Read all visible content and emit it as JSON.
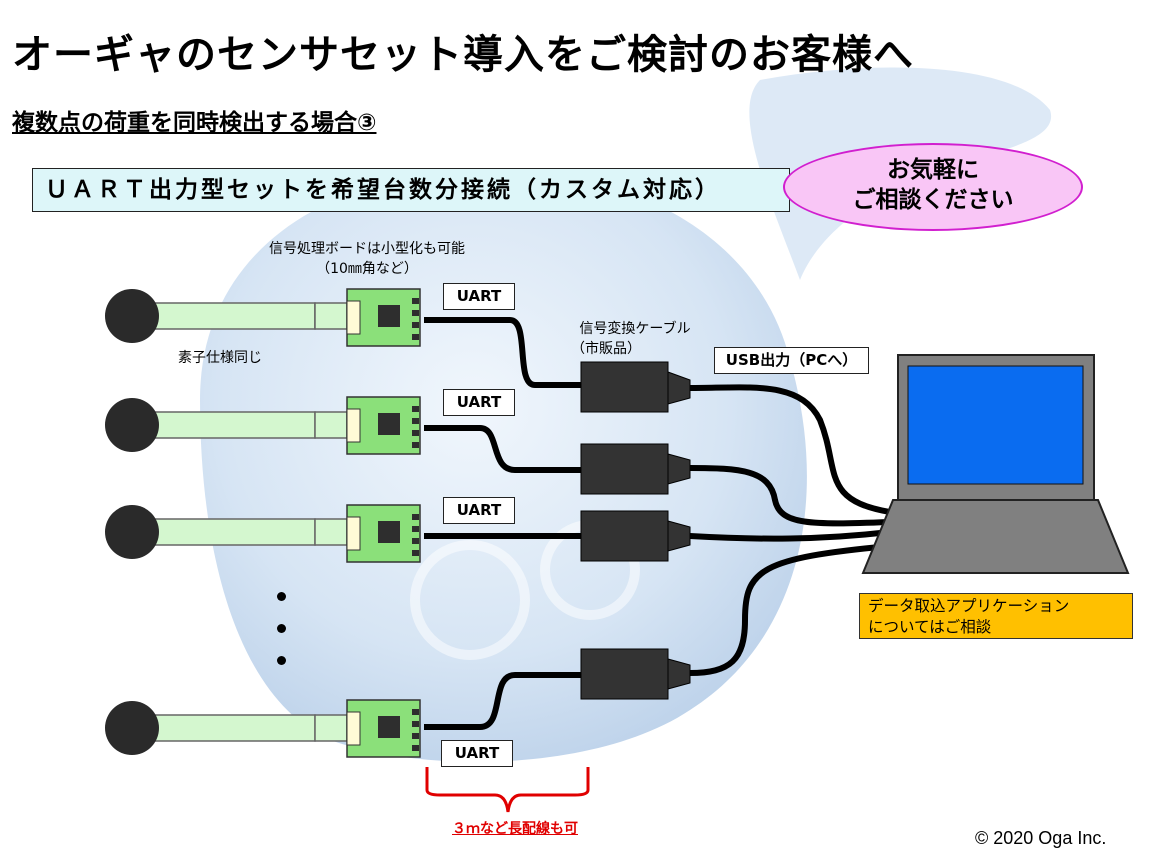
{
  "title": "オーギャのセンサセット導入をご検討のお客様へ",
  "subtitle": "複数点の荷重を同時検出する場合③",
  "banner": "ＵＡＲＴ出力型セットを希望台数分接続（カスタム対応）",
  "bubble": {
    "line1": "お気軽に",
    "line2": "ご相談ください"
  },
  "board_note": {
    "line1": "信号処理ボードは小型化も可能",
    "line2": "（10㎜角など）"
  },
  "element_note": "素子仕様同じ",
  "cable_note": {
    "line1": "信号変換ケーブル",
    "line2": "（市販品）"
  },
  "usb_label": "USB出力（PCへ）",
  "uart_labels": [
    "UART",
    "UART",
    "UART",
    "UART"
  ],
  "app_note": {
    "line1": "データ取込アプリケーション",
    "line2": "についてはご相談"
  },
  "long_wire_note": "３ｍなど長配線も可",
  "copyright": "© 2020 Oga Inc.",
  "colors": {
    "sensor_head": "#2a2a2a",
    "sensor_strip": "#d4f7cf",
    "board": "#8be07a",
    "chip": "#2e2e2e",
    "connector": "#fffbd6",
    "cable": "#000000",
    "converter": "#333333",
    "laptop_body": "#808080",
    "laptop_screen": "#0a6cf0",
    "bubble_fill": "#f9c6f6",
    "bubble_border": "#d11fcf",
    "banner_fill": "#ddf6f9",
    "note_fill": "#ffc000",
    "brace": "#e00000"
  }
}
